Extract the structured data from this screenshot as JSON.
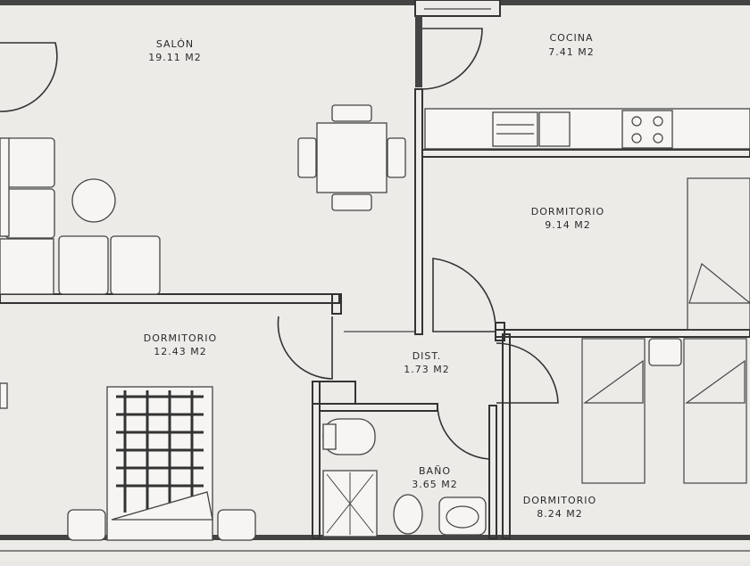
{
  "rooms": {
    "salon": {
      "name": "SALÓN",
      "area": "19.11 M2"
    },
    "cocina": {
      "name": "COCINA",
      "area": "7.41 M2"
    },
    "dormitorio_1": {
      "name": "DORMITORIO",
      "area": "9.14 M2"
    },
    "dormitorio_2": {
      "name": "DORMITORIO",
      "area": "12.43 M2"
    },
    "distribuidor": {
      "name": "DIST.",
      "area": "1.73 M2"
    },
    "bano": {
      "name": "BAÑO",
      "area": "3.65 M2"
    },
    "dormitorio_3": {
      "name": "DORMITORIO",
      "area": "8.24 M2"
    }
  }
}
